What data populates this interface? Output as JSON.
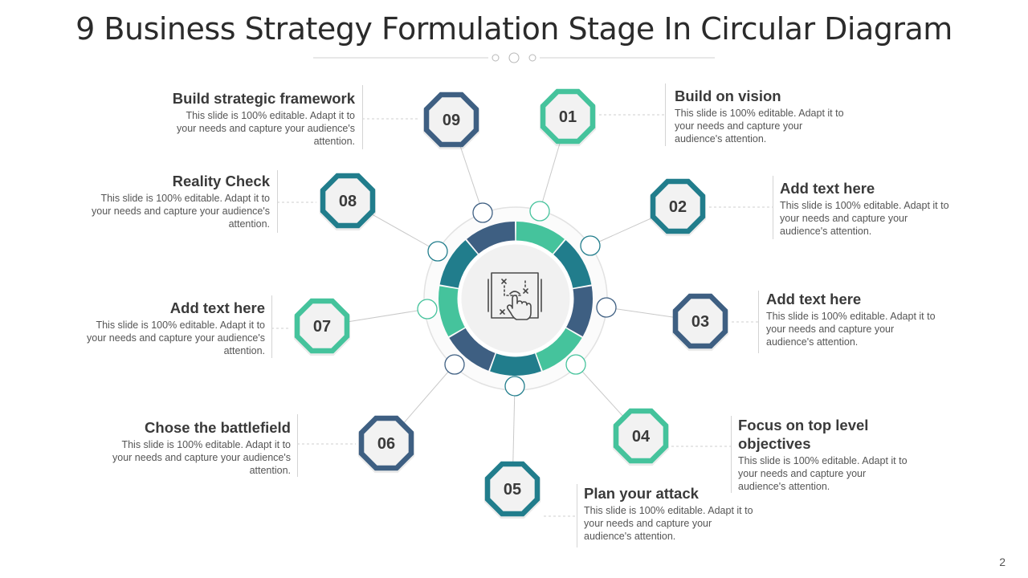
{
  "title": "9 Business Strategy Formulation Stage In Circular Diagram",
  "page_number": "2",
  "colors": {
    "navy": "#3e5f82",
    "teal": "#217d8c",
    "green": "#45c39c",
    "hex_fill": "#f2f2f2",
    "number_text": "#3a3a3a"
  },
  "center_icon": "strategy-board-hand-icon",
  "ring_segments": [
    "green",
    "teal",
    "navy",
    "green",
    "teal",
    "navy",
    "green",
    "teal",
    "navy"
  ],
  "stages": [
    {
      "number": "01",
      "color": "green",
      "heading": "Build on vision",
      "desc": "This slide is 100% editable. Adapt it to your needs and capture your audience's attention."
    },
    {
      "number": "02",
      "color": "teal",
      "heading": "Add text here",
      "desc": "This slide is 100% editable. Adapt it to your needs and capture your audience's attention."
    },
    {
      "number": "03",
      "color": "navy",
      "heading": "Add text here",
      "desc": "This slide is 100% editable. Adapt it to your needs and capture your audience's attention."
    },
    {
      "number": "04",
      "color": "green",
      "heading": "Focus on top level objectives",
      "desc": "This slide is 100% editable. Adapt it to your needs and capture your audience's attention."
    },
    {
      "number": "05",
      "color": "teal",
      "heading": "Plan your attack",
      "desc": "This slide is 100% editable. Adapt it to your needs and capture your audience's attention."
    },
    {
      "number": "06",
      "color": "navy",
      "heading": "Chose the battlefield",
      "desc": "This slide is 100% editable. Adapt it to your needs and capture your audience's attention."
    },
    {
      "number": "07",
      "color": "green",
      "heading": "Add text here",
      "desc": "This slide is 100% editable. Adapt it to your needs and capture your audience's attention."
    },
    {
      "number": "08",
      "color": "teal",
      "heading": "Reality Check",
      "desc": "This slide is 100% editable. Adapt it to your needs and capture your audience's attention."
    },
    {
      "number": "09",
      "color": "navy",
      "heading": "Build strategic framework",
      "desc": "This slide is 100% editable. Adapt it to your needs and capture your audience's attention."
    }
  ]
}
